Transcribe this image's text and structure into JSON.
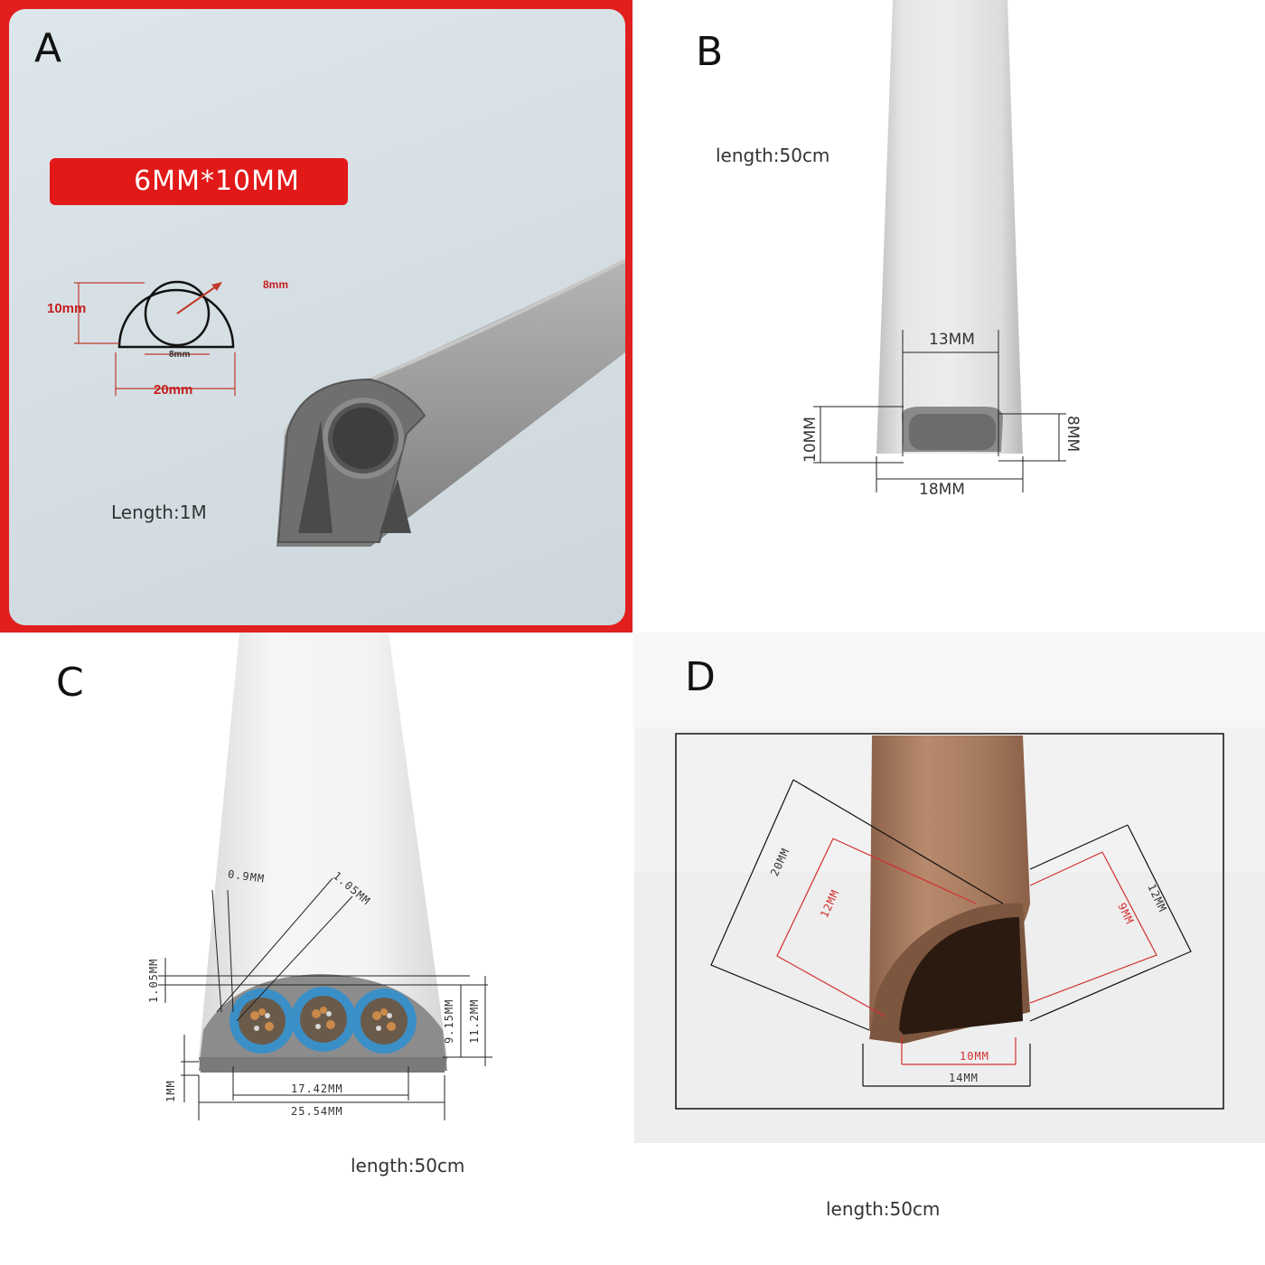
{
  "panels": {
    "a": {
      "letter": "A",
      "badge": "6MM*10MM",
      "dims": {
        "height": "10mm",
        "radius": "8mm",
        "inner": "8mm",
        "width": "20mm"
      },
      "length": "Length:1M",
      "colors": {
        "frame": "#e21f1f",
        "badge": "#e21919",
        "dim": "#c0392b"
      }
    },
    "b": {
      "letter": "B",
      "length": "length:50cm",
      "dims": {
        "top": "13MM",
        "height": "10MM",
        "inner": "8MM",
        "bottom": "18MM"
      }
    },
    "c": {
      "letter": "C",
      "length": "length:50cm",
      "dims": {
        "wall1": "0.9MM",
        "wall2": "1.05MM",
        "top": "1.05MM",
        "inner_h": "9.15MM",
        "outer_h": "11.2MM",
        "base": "1MM",
        "inner_w": "17.42MM",
        "outer_w": "25.54MM"
      },
      "cable_color": "#3b8fc7"
    },
    "d": {
      "letter": "D",
      "length": "length:50cm",
      "dims": {
        "left_outer": "20MM",
        "left_inner": "12MM",
        "right_outer": "12MM",
        "right_inner": "9MM",
        "inner_bottom": "10MM",
        "outer_bottom": "14MM"
      },
      "body_color": "#a67a5e"
    }
  }
}
